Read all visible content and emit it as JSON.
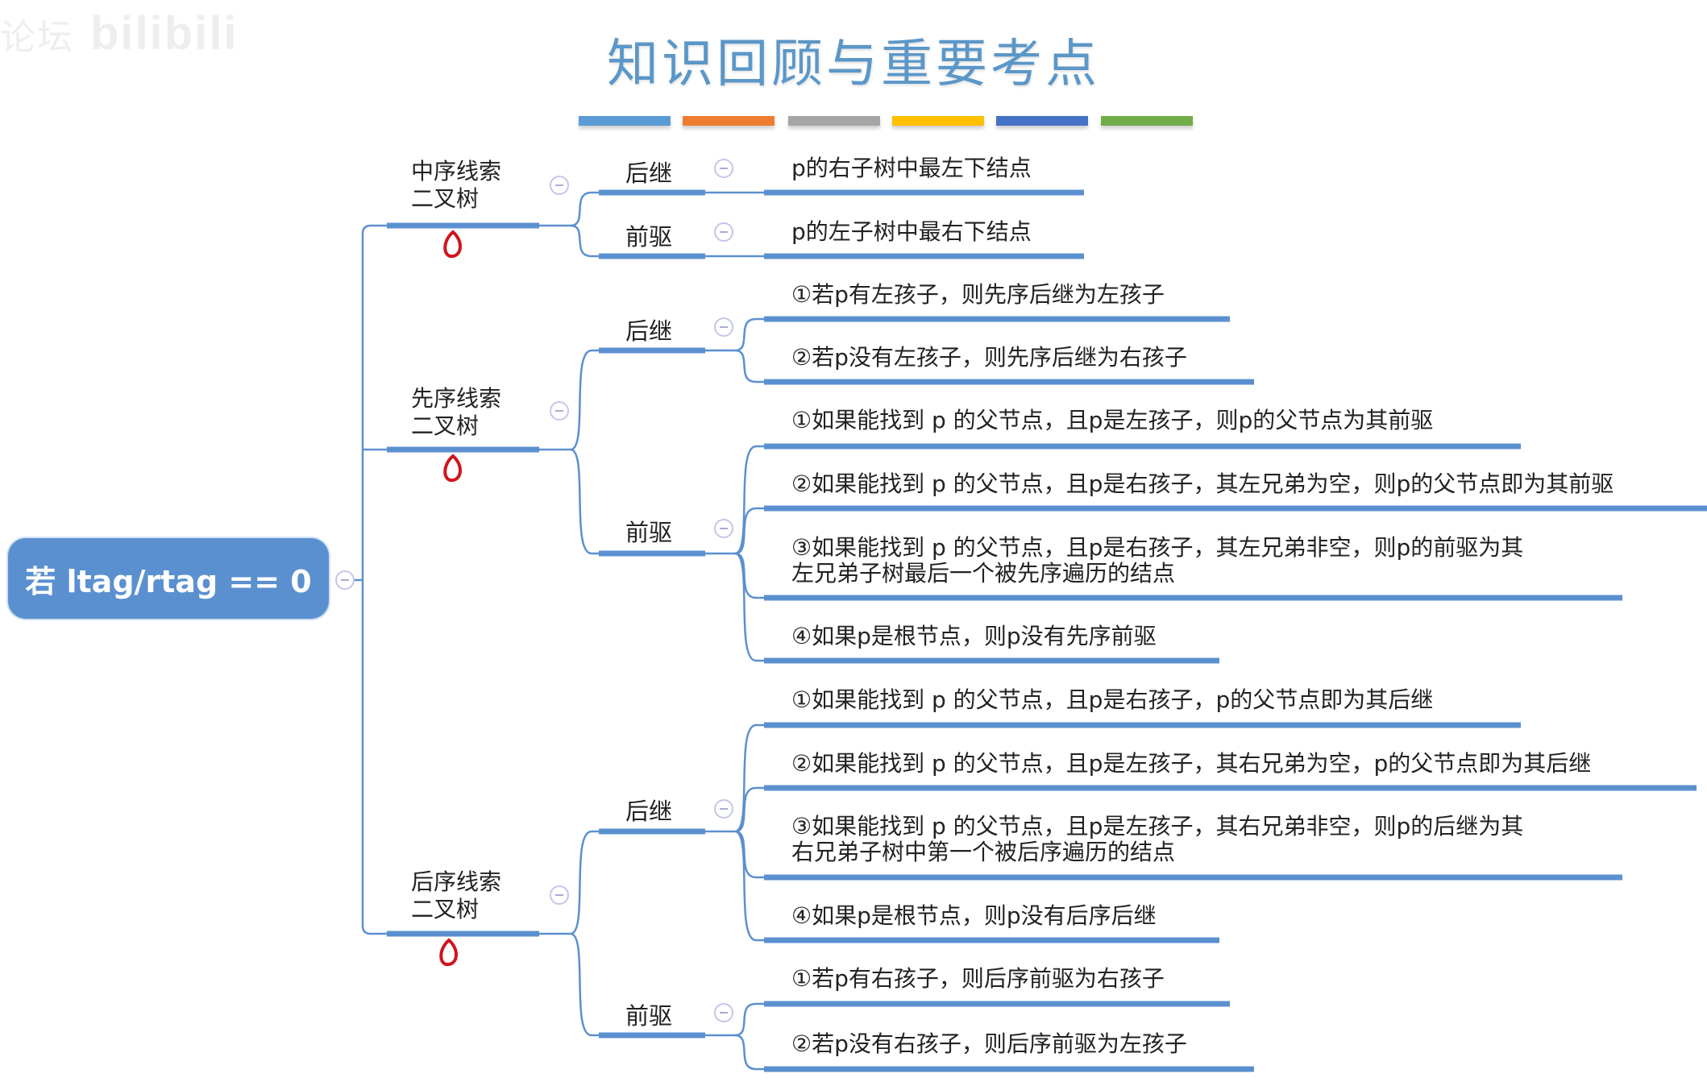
{
  "watermark": {
    "cn": "论坛",
    "brand": "bilibili"
  },
  "title": "知识回顾与重要考点",
  "color_bars": [
    "#5b9bd5",
    "#ed7d31",
    "#a5a5a5",
    "#ffc000",
    "#4472c4",
    "#70ad47"
  ],
  "accent_color": "#5b90d0",
  "root": {
    "label": "若 ltag/rtag == 0"
  },
  "branches": [
    {
      "label": "中序线索\n二叉树",
      "annotation": "0",
      "children": [
        {
          "label": "后继",
          "items": [
            "p的右子树中最左下结点"
          ]
        },
        {
          "label": "前驱",
          "items": [
            "p的左子树中最右下结点"
          ]
        }
      ]
    },
    {
      "label": "先序线索\n二叉树",
      "annotation": "0",
      "children": [
        {
          "label": "后继",
          "items": [
            "①若p有左孩子，则先序后继为左孩子",
            "②若p没有左孩子，则先序后继为右孩子"
          ]
        },
        {
          "label": "前驱",
          "items": [
            "①如果能找到 p 的父节点，且p是左孩子，则p的父节点为其前驱",
            "②如果能找到 p 的父节点，且p是右孩子，其左兄弟为空，则p的父节点即为其前驱",
            "③如果能找到 p 的父节点，且p是右孩子，其左兄弟非空，则p的前驱为其\n左兄弟子树最后一个被先序遍历的结点",
            "④如果p是根节点，则p没有先序前驱"
          ]
        }
      ]
    },
    {
      "label": "后序线索\n二叉树",
      "annotation": "0",
      "children": [
        {
          "label": "后继",
          "items": [
            "①如果能找到 p 的父节点，且p是右孩子，p的父节点即为其后继",
            "②如果能找到 p 的父节点，且p是左孩子，其右兄弟为空，p的父节点即为其后继",
            "③如果能找到 p 的父节点，且p是左孩子，其右兄弟非空，则p的后继为其\n右兄弟子树中第一个被后序遍历的结点",
            "④如果p是根节点，则p没有后序后继"
          ]
        },
        {
          "label": "前驱",
          "items": [
            "①若p有右孩子，则后序前驱为右孩子",
            "②若p没有右孩子，则后序前驱为左孩子"
          ]
        }
      ]
    }
  ]
}
